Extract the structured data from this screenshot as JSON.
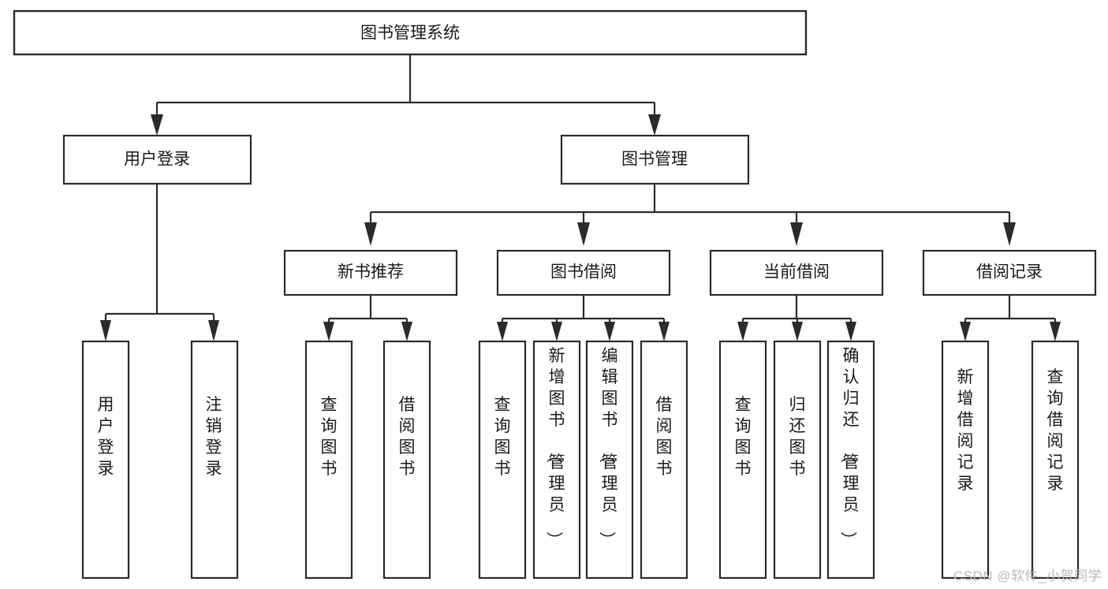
{
  "diagram": {
    "title": "图书管理系统",
    "type": "tree",
    "watermark": "CSDN @软件_小贺同学",
    "colors": {
      "stroke": "#2b2b2b",
      "fill": "#ffffff",
      "text": "#1a1a1a",
      "watermark": "#b9b9b9",
      "background": "#ffffff"
    },
    "levels": {
      "root": {
        "label": "图书管理系统"
      },
      "level2": [
        {
          "label": "用户登录"
        },
        {
          "label": "图书管理"
        }
      ],
      "level3": [
        {
          "label": "新书推荐"
        },
        {
          "label": "图书借阅"
        },
        {
          "label": "当前借阅"
        },
        {
          "label": "借阅记录"
        }
      ],
      "leaves": [
        {
          "label": "用户登录",
          "parent": "用户登录"
        },
        {
          "label": "注销登录",
          "parent": "用户登录"
        },
        {
          "label": "查询图书",
          "parent": "新书推荐"
        },
        {
          "label": "借阅图书",
          "parent": "新书推荐"
        },
        {
          "label": "查询图书",
          "parent": "图书借阅"
        },
        {
          "label": "新增图书（管理员）",
          "parent": "图书借阅"
        },
        {
          "label": "编辑图书（管理员）",
          "parent": "图书借阅"
        },
        {
          "label": "借阅图书",
          "parent": "图书借阅"
        },
        {
          "label": "查询图书",
          "parent": "当前借阅"
        },
        {
          "label": "归还图书",
          "parent": "当前借阅"
        },
        {
          "label": "确认归还（管理员）",
          "parent": "当前借阅"
        },
        {
          "label": "新增借阅记录",
          "parent": "借阅记录"
        },
        {
          "label": "查询借阅记录",
          "parent": "借阅记录"
        }
      ]
    }
  }
}
